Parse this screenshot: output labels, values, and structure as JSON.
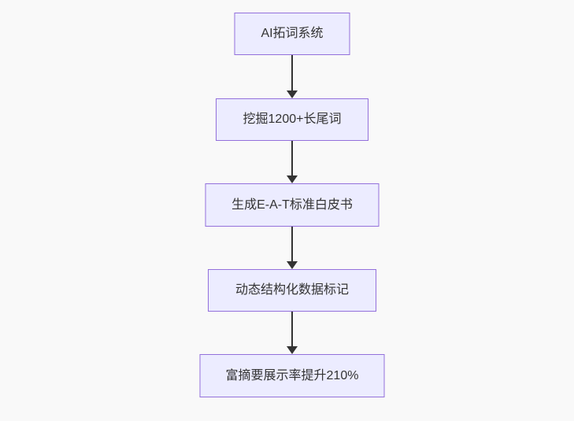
{
  "diagram": {
    "type": "flowchart",
    "direction": "top-down",
    "nodes": [
      {
        "id": "n1",
        "label": "AI拓词系统"
      },
      {
        "id": "n2",
        "label": "挖掘1200+长尾词"
      },
      {
        "id": "n3",
        "label": "生成E-A-T标准白皮书"
      },
      {
        "id": "n4",
        "label": "动态结构化数据标记"
      },
      {
        "id": "n5",
        "label": "富摘要展示率提升210%"
      }
    ],
    "edges": [
      {
        "from": "n1",
        "to": "n2"
      },
      {
        "from": "n2",
        "to": "n3"
      },
      {
        "from": "n3",
        "to": "n4"
      },
      {
        "from": "n4",
        "to": "n5"
      }
    ],
    "colors": {
      "background": "#F9F9F9",
      "node_fill": "#ECECFF",
      "node_border": "#9370DB",
      "node_text": "#333333",
      "arrow": "#333333"
    }
  }
}
